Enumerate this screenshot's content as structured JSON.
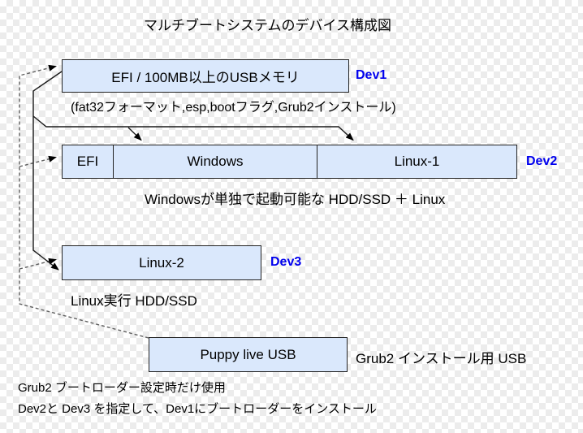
{
  "title": "マルチブートシステムのデバイス構成図",
  "colors": {
    "box_fill": "#dae8fc",
    "box_border": "#222222",
    "dev_label": "#0000ee",
    "solid_line": "#1a1a1a",
    "dashed_line": "#5f5f5f",
    "text": "#000000"
  },
  "devices": {
    "dev1": {
      "label": "Dev1",
      "box_label": "EFI / 100MB以上のUSBメモリ",
      "caption": "(fat32フォーマット,esp,bootフラグ,Grub2インストール)"
    },
    "dev2": {
      "label": "Dev2",
      "partitions": [
        "EFI",
        "Windows",
        "Linux-1"
      ],
      "caption": "Windowsが単独で起動可能な HDD/SSD ＋ Linux"
    },
    "dev3": {
      "label": "Dev3",
      "box_label": "Linux-2",
      "caption": "Linux実行 HDD/SSD"
    },
    "usb": {
      "box_label": "Puppy live USB",
      "side_label": "Grub2 インストール用 USB"
    }
  },
  "footnotes": [
    "Grub2 ブートローダー設定時だけ使用",
    "Dev2と Dev3 を指定して、Dev1にブートローダーをインストール"
  ]
}
